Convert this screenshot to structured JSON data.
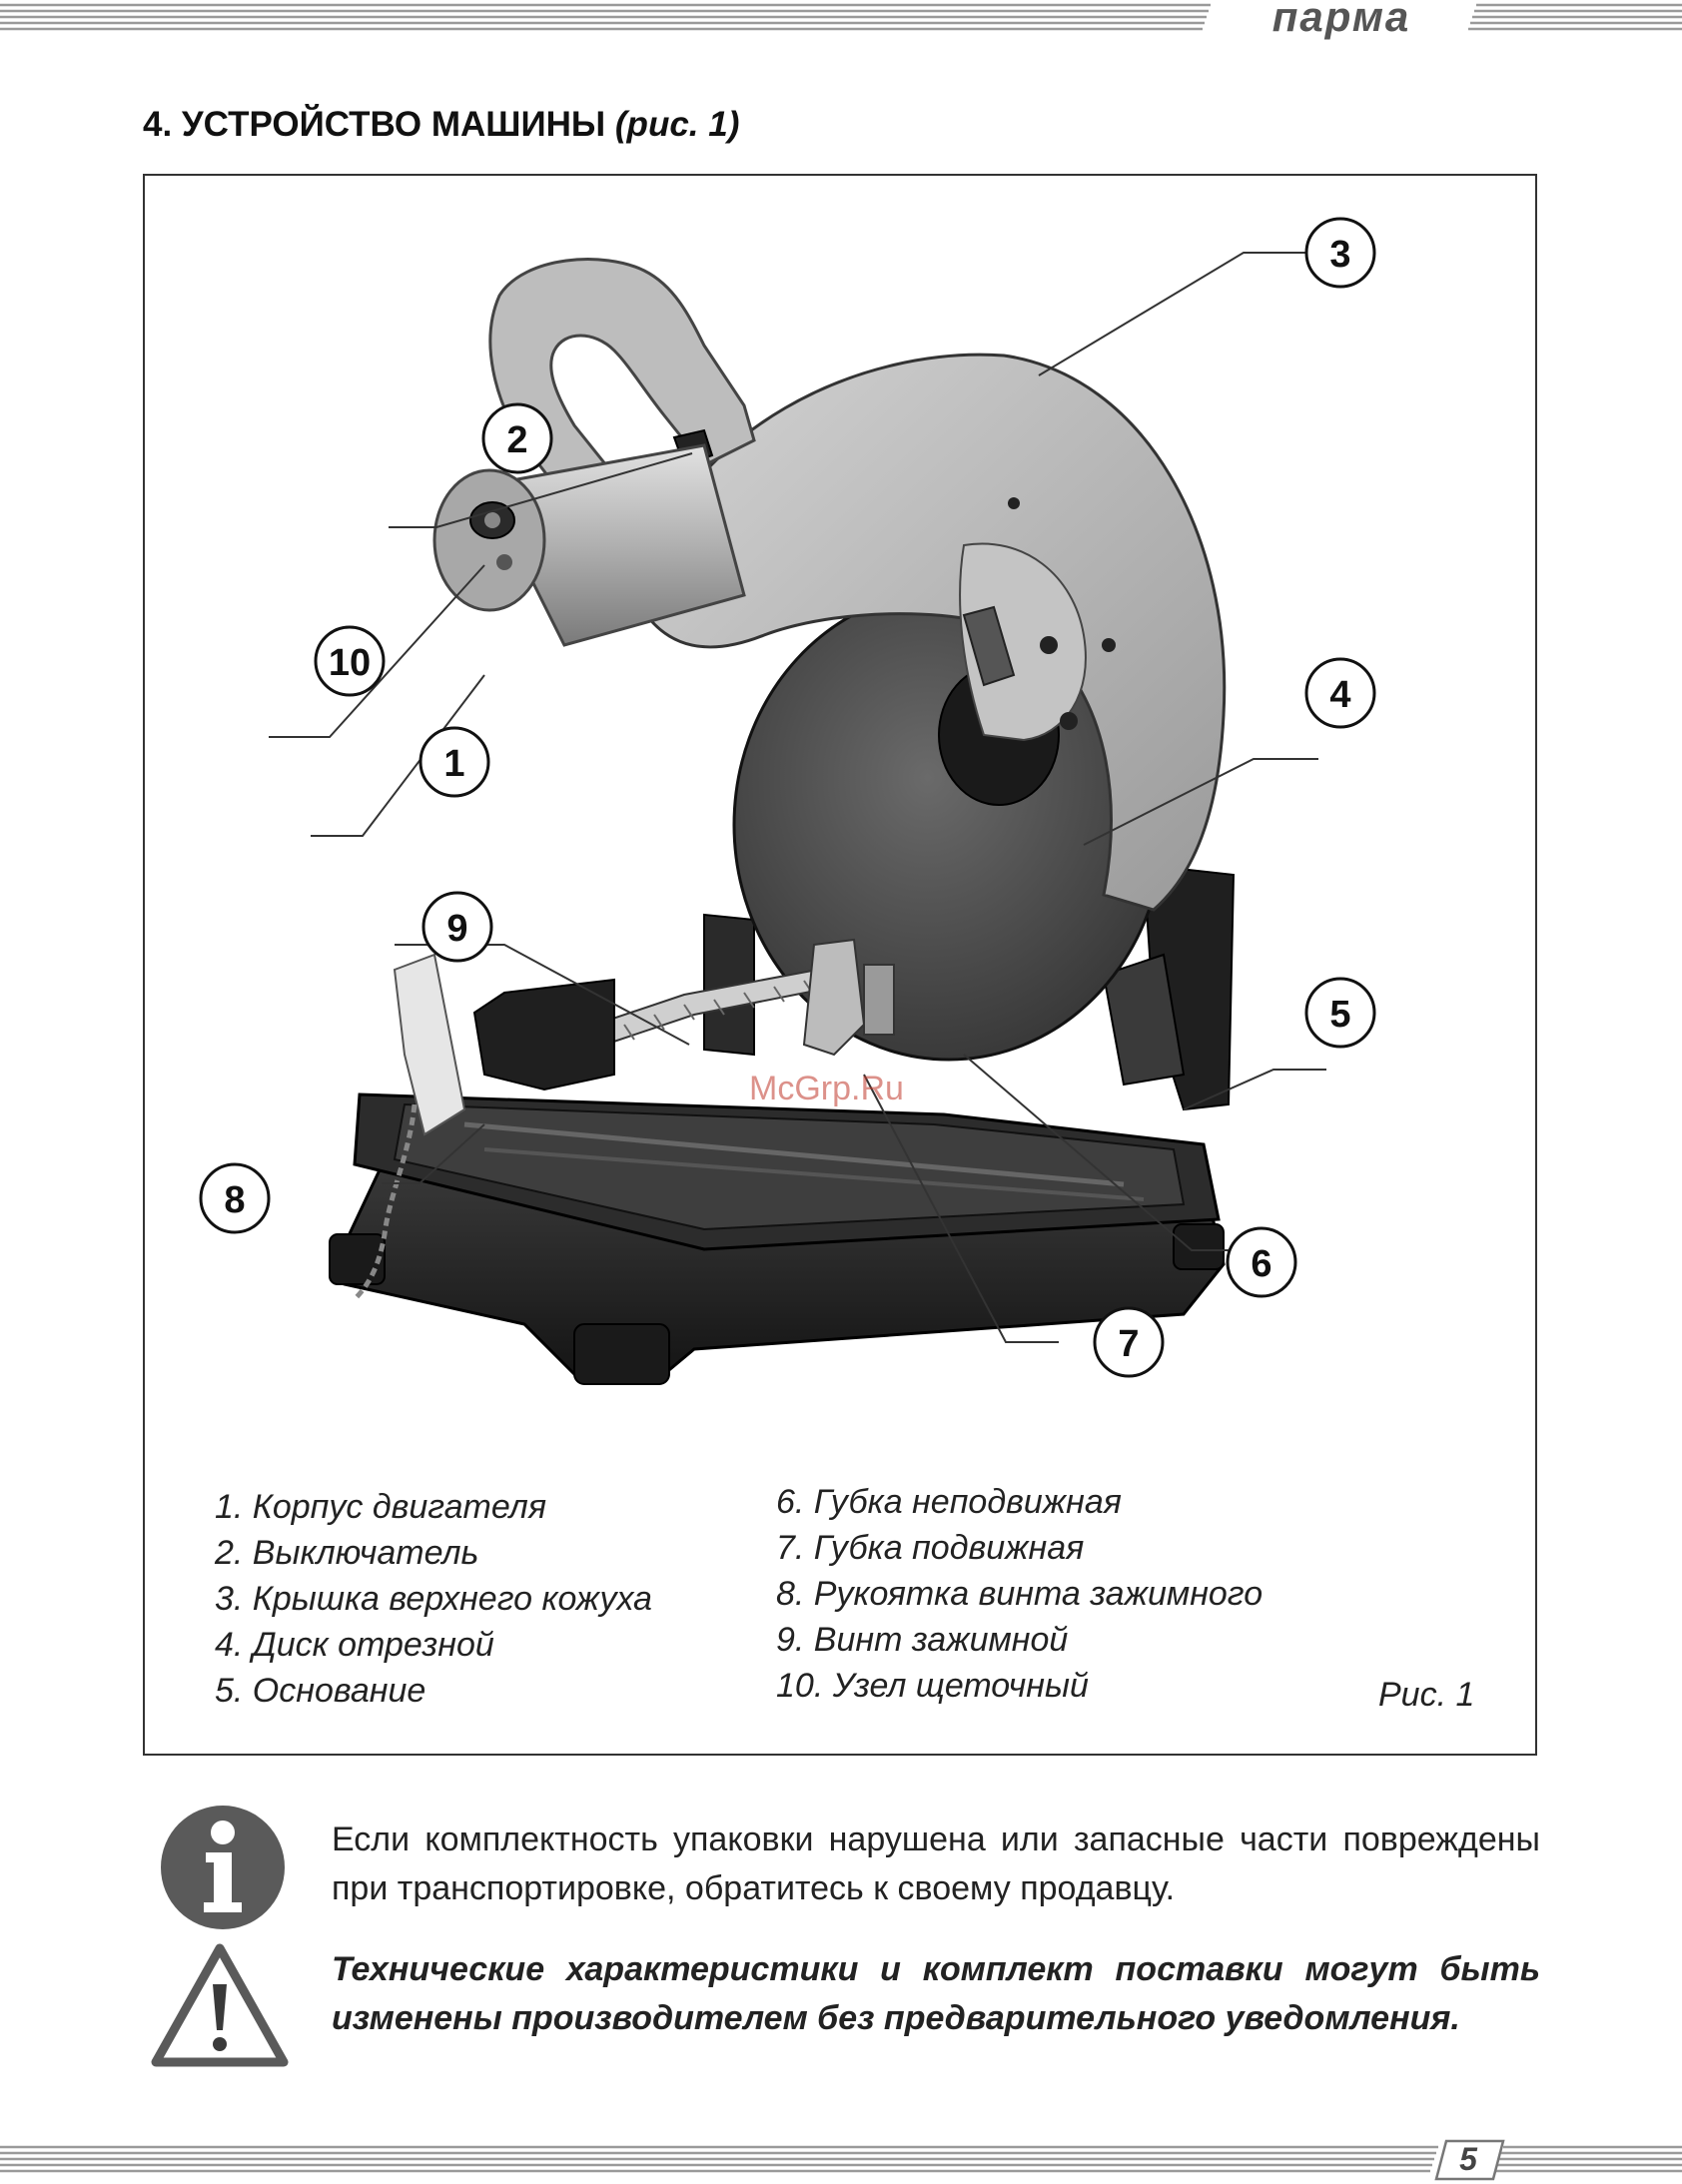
{
  "header": {
    "brand": "парма"
  },
  "section": {
    "title_main": "4. УСТРОЙСТВО МАШИНЫ",
    "title_ref": "(рис. 1)"
  },
  "figure": {
    "callouts": [
      "1",
      "2",
      "3",
      "4",
      "5",
      "6",
      "7",
      "8",
      "9",
      "10"
    ],
    "watermark": "McGrp.Ru",
    "legend_left": [
      "1. Корпус двигателя",
      "2. Выключатель",
      "3. Крышка верхнего кожуха",
      "4. Диск отрезной",
      "5. Основание"
    ],
    "legend_right": [
      "6. Губка неподвижная",
      "7. Губка подвижная",
      "8. Рукоятка винта зажимного",
      "9. Винт зажимной",
      "10. Узел щеточный"
    ],
    "caption": "Рис. 1"
  },
  "notes": {
    "info": "Если комплектность упаковки нарушена или запасные части повреждены при транспортировке, обратитесь к своему продавцу.",
    "warning": "Технические характеристики и комплект поставки могут быть изменены производителем без предварительного уведомления."
  },
  "footer": {
    "page_number": "5"
  },
  "colors": {
    "accent": "#555555",
    "icon_fill": "#5a5a5a",
    "frame": "#333333"
  }
}
